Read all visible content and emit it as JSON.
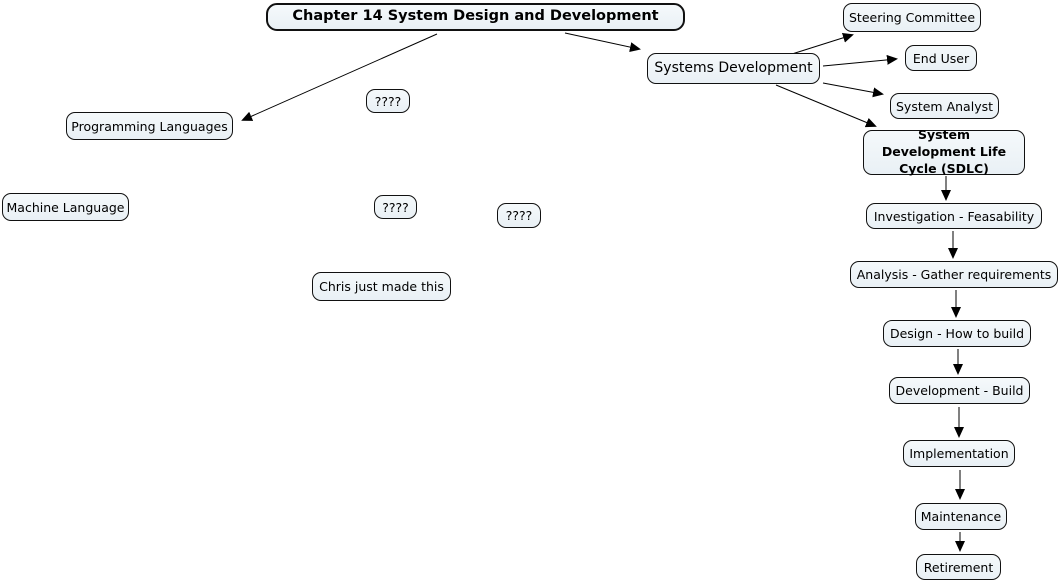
{
  "diagram": {
    "kind": "concept-map",
    "colors": {
      "background": "#ffffff",
      "node_fill": "#edf3f7",
      "node_border": "#111111",
      "arrow": "#000000",
      "text": "#000000"
    },
    "nodes": {
      "chapter_title": {
        "label": "Chapter 14 System Design and Development"
      },
      "programming_languages": {
        "label": "Programming Languages"
      },
      "machine_language": {
        "label": "Machine Language"
      },
      "unknown_1": {
        "label": "????"
      },
      "unknown_2": {
        "label": "????"
      },
      "unknown_3": {
        "label": "????"
      },
      "chris_note": {
        "label": "Chris just made this"
      },
      "systems_development": {
        "label": "Systems Development"
      },
      "steering_committee": {
        "label": "Steering Committee"
      },
      "end_user": {
        "label": "End User"
      },
      "system_analyst": {
        "label": "System Analyst"
      },
      "sdlc": {
        "label": "System Development Life Cycle (SDLC)"
      },
      "investigation": {
        "label": "Investigation - Feasability"
      },
      "analysis": {
        "label": "Analysis - Gather requirements"
      },
      "design": {
        "label": "Design - How to build"
      },
      "development": {
        "label": "Development - Build"
      },
      "implementation": {
        "label": "Implementation"
      },
      "maintenance": {
        "label": "Maintenance"
      },
      "retirement": {
        "label": "Retirement"
      }
    },
    "edges": [
      {
        "from": "chapter_title",
        "to": "programming_languages"
      },
      {
        "from": "chapter_title",
        "to": "systems_development"
      },
      {
        "from": "systems_development",
        "to": "steering_committee"
      },
      {
        "from": "systems_development",
        "to": "end_user"
      },
      {
        "from": "systems_development",
        "to": "system_analyst"
      },
      {
        "from": "systems_development",
        "to": "sdlc"
      },
      {
        "from": "sdlc",
        "to": "investigation"
      },
      {
        "from": "investigation",
        "to": "analysis"
      },
      {
        "from": "analysis",
        "to": "design"
      },
      {
        "from": "design",
        "to": "development"
      },
      {
        "from": "development",
        "to": "implementation"
      },
      {
        "from": "implementation",
        "to": "maintenance"
      },
      {
        "from": "maintenance",
        "to": "retirement"
      }
    ]
  }
}
